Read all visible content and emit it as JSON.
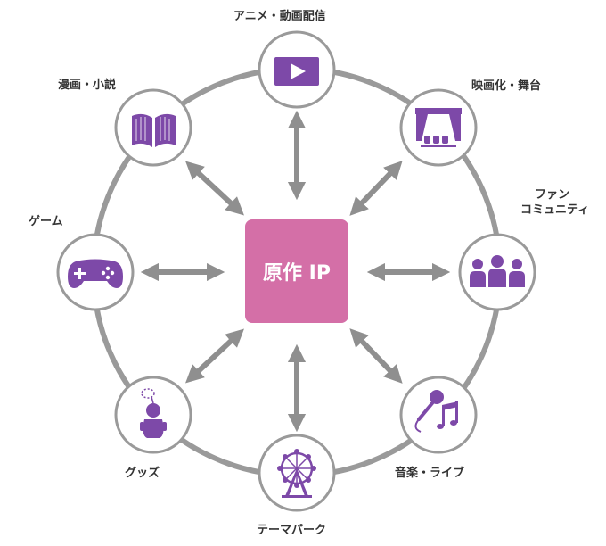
{
  "center": {
    "label": "原作 IP"
  },
  "nodes": [
    {
      "label": "アニメ・動画配信",
      "icon": "video-play-icon"
    },
    {
      "label": "映画化・舞台",
      "icon": "theater-stage-icon"
    },
    {
      "label_line1": "ファン",
      "label_line2": "コミュニティ",
      "icon": "fan-community-icon"
    },
    {
      "label": "音楽・ライブ",
      "icon": "microphone-music-icon"
    },
    {
      "label": "テーマパーク",
      "icon": "ferris-wheel-icon"
    },
    {
      "label": "グッズ",
      "icon": "plush-strap-icon"
    },
    {
      "label": "ゲーム",
      "icon": "gamepad-icon"
    },
    {
      "label": "漫画・小説",
      "icon": "open-book-icon"
    }
  ],
  "colors": {
    "center_fill": "#d46fa7",
    "icon_purple": "#7d49a8",
    "ring_gray": "#9a9a9a",
    "arrow_gray": "#8f8f8f"
  }
}
